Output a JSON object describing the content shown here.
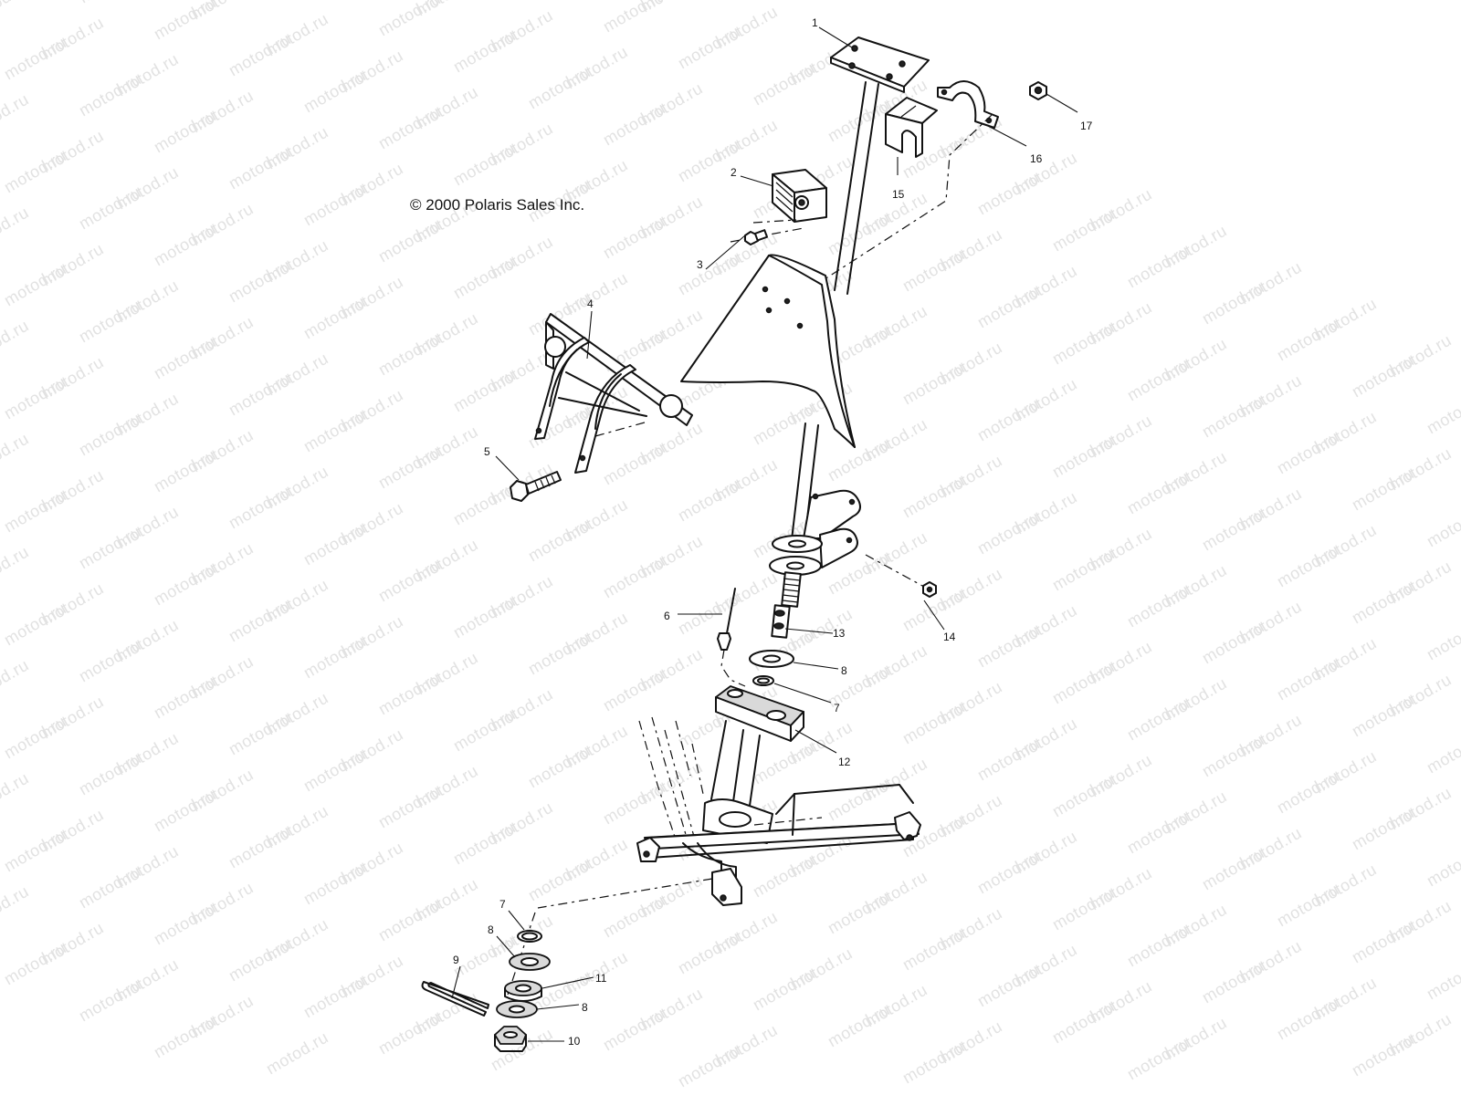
{
  "copyright": "© 2000 Polaris Sales Inc.",
  "watermark": "motod.ru",
  "callouts": [
    {
      "id": "1",
      "text": "1"
    },
    {
      "id": "2",
      "text": "2"
    },
    {
      "id": "3",
      "text": "3"
    },
    {
      "id": "4",
      "text": "4"
    },
    {
      "id": "5",
      "text": "5"
    },
    {
      "id": "6",
      "text": "6"
    },
    {
      "id": "7a",
      "text": "7"
    },
    {
      "id": "7b",
      "text": "7"
    },
    {
      "id": "8a",
      "text": "8"
    },
    {
      "id": "8b",
      "text": "8"
    },
    {
      "id": "8c",
      "text": "8"
    },
    {
      "id": "9",
      "text": "9"
    },
    {
      "id": "10",
      "text": "10"
    },
    {
      "id": "11",
      "text": "11"
    },
    {
      "id": "12",
      "text": "12"
    },
    {
      "id": "13",
      "text": "13"
    },
    {
      "id": "14",
      "text": "14"
    },
    {
      "id": "15",
      "text": "15"
    },
    {
      "id": "16",
      "text": "16"
    },
    {
      "id": "17",
      "text": "17"
    }
  ]
}
